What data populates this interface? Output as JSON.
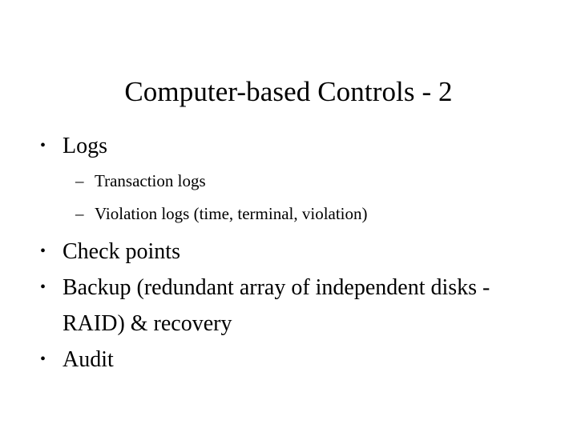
{
  "slide": {
    "title": "Computer-based Controls - 2",
    "background_color": "#ffffff",
    "text_color": "#000000",
    "bullet_marker": "•",
    "sub_bullet_marker": "–",
    "items": [
      {
        "level": 1,
        "text": "Logs"
      },
      {
        "level": 2,
        "text": "Transaction logs"
      },
      {
        "level": 2,
        "text": "Violation logs (time, terminal, violation)"
      },
      {
        "level": 1,
        "text": "Check points"
      },
      {
        "level": 1,
        "text": "Backup (redundant array of independent disks - RAID) & recovery"
      },
      {
        "level": 1,
        "text": "Audit"
      }
    ]
  }
}
